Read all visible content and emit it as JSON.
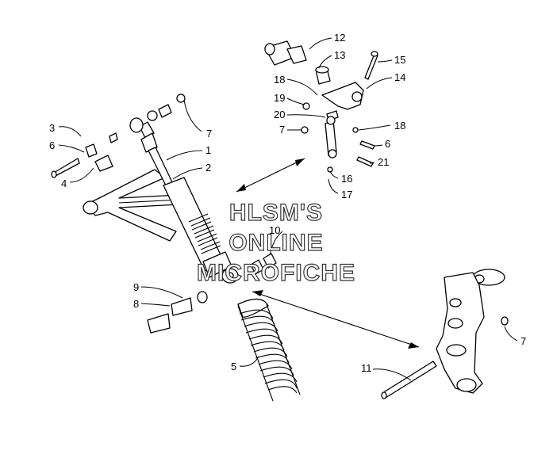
{
  "watermark": {
    "line1": "HLSM'S",
    "line2": "ONLINE",
    "line3": "MICROFICHE"
  },
  "callouts": {
    "c1": "1",
    "c2": "2",
    "c3": "3",
    "c4": "4",
    "c5": "5",
    "c6a": "6",
    "c6b": "6",
    "c7a": "7",
    "c7b": "7",
    "c7c": "7",
    "c8": "8",
    "c9": "9",
    "c10": "10",
    "c11": "11",
    "c12": "12",
    "c13": "13",
    "c14": "14",
    "c15": "15",
    "c16": "16",
    "c17": "17",
    "c18a": "18",
    "c18b": "18",
    "c19": "19",
    "c20": "20",
    "c21": "21"
  },
  "colors": {
    "ink": "#000000",
    "paper": "#ffffff",
    "watermark_outline": "#333333"
  }
}
